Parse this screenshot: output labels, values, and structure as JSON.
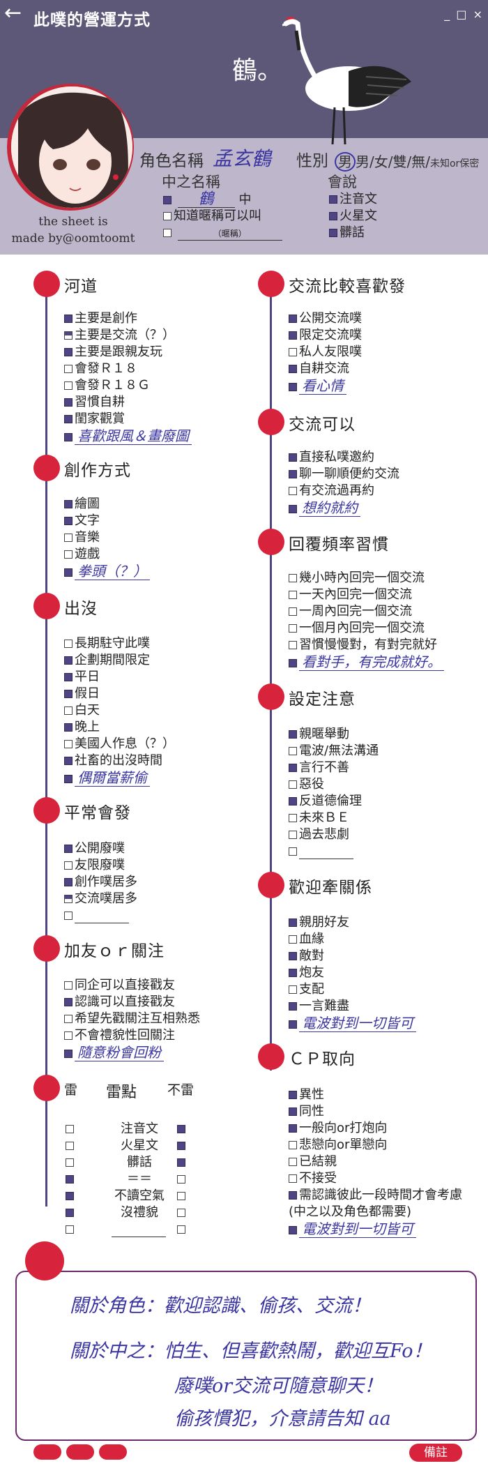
{
  "window": {
    "back_glyph": "←",
    "title": "此噗的營運方式",
    "ctrl_min": "_",
    "ctrl_max": "□",
    "ctrl_close": "×"
  },
  "profile": {
    "crane_char": "鶴。",
    "credit_line1": "the sheet is",
    "credit_line2": "made by@oomtoomt",
    "name_label": "角色名稱",
    "name_value": "孟玄鶴",
    "gender_label": "性別",
    "gender_options": "男/女/雙/無/",
    "gender_small": "未知or保密",
    "gender_selected": "男",
    "cn_label": "中之名稱",
    "cn_value": "鶴",
    "cn_suffix": "中",
    "cn_opt2": "知道暱稱可以叫",
    "cn_opt3_hint": "（暱稱）",
    "lang_label": "會說",
    "lang_items": [
      "注音文",
      "火星文",
      "髒話"
    ]
  },
  "left_sections": {
    "heduo": {
      "title": "河道",
      "items": [
        "主要是創作",
        "主要是交流（？）",
        "主要是跟親友玩",
        "會發Ｒ１８",
        "會發Ｒ１８Ｇ",
        "習慣自耕",
        "閨家觀賞"
      ],
      "hand": "喜歡跟風＆畫廢圖"
    },
    "chuangzuo": {
      "title": "創作方式",
      "items": [
        "繪圖",
        "文字",
        "音樂",
        "遊戲"
      ],
      "hand": "拳頭（？）"
    },
    "chumo": {
      "title": "出沒",
      "items": [
        "長期駐守此噗",
        "企劃期間限定",
        "平日",
        "假日",
        "白天",
        "晚上",
        "美國人作息（？）",
        "社畜的出沒時間"
      ],
      "hand": "偶爾當薪偷"
    },
    "pingchang": {
      "title": "平常會發",
      "items": [
        "公開廢噗",
        "友限廢噗",
        "創作噗居多",
        "交流噗居多"
      ]
    },
    "jiayou": {
      "title": "加友ｏｒ關注",
      "items": [
        "同企可以直接戳友",
        "認識可以直接戳友",
        "希望先戳關注互相熟悉",
        "不會禮貌性回關注"
      ],
      "hand": "隨意粉會回粉"
    },
    "thunder": {
      "col_left": "雷",
      "col_mid": "雷點",
      "col_right": "不雷",
      "rows": [
        "注音文",
        "火星文",
        "髒話",
        "＝＝",
        "不讀空氣",
        "沒禮貌"
      ]
    }
  },
  "right_sections": {
    "jiaoliu_like": {
      "title": "交流比較喜歡發",
      "items": [
        "公開交流噗",
        "限定交流噗",
        "私人友限噗",
        "自耕交流"
      ],
      "hand": "看心情"
    },
    "jiaoliu_ok": {
      "title": "交流可以",
      "items": [
        "直接私噗邀約",
        "聊一聊順便約交流",
        "有交流過再約"
      ],
      "hand": "想約就約"
    },
    "huifu": {
      "title": "回覆頻率習慣",
      "items": [
        "幾小時內回完一個交流",
        "一天內回完一個交流",
        "一周內回完一個交流",
        "一個月內回完一個交流",
        "習慣慢慢對，有對完就好"
      ],
      "hand": "看對手，有完成就好。"
    },
    "sheding": {
      "title": "設定注意",
      "items": [
        "親暱舉動",
        "電波/無法溝通",
        "言行不善",
        "惡役",
        "反道德倫理",
        "未來ＢＥ",
        "過去悲劇"
      ]
    },
    "qianguanxi": {
      "title": "歡迎牽關係",
      "items": [
        "親朋好友",
        "血緣",
        "敵對",
        "炮友",
        "支配",
        "一言難盡"
      ],
      "hand": "電波對到一切皆可"
    },
    "cp": {
      "title": "ＣＰ取向",
      "items": [
        "異性",
        "同性",
        "一般向or打炮向",
        "悲戀向or單戀向",
        "已結親",
        "不接受",
        "需認識彼此一段時間才會考慮"
      ],
      "note": "(中之以及角色都需要)",
      "hand": "電波對到一切皆可"
    }
  },
  "note": {
    "line1": "關於角色：歡迎認識、偷孩、交流！",
    "line2": "關於中之：怕生、但喜歡熱鬧，歡迎互Fo！",
    "line3": "廢噗or交流可隨意聊天！",
    "line4": "偷孩慣犯，介意請告知 aa"
  },
  "footer": {
    "memo_label": "備註"
  },
  "colors": {
    "header": "#5e5878",
    "header_band": "#beb7cc",
    "accent_red": "#d7233b",
    "line_purple": "#4f4585",
    "ink_blue": "#3a35a0"
  }
}
